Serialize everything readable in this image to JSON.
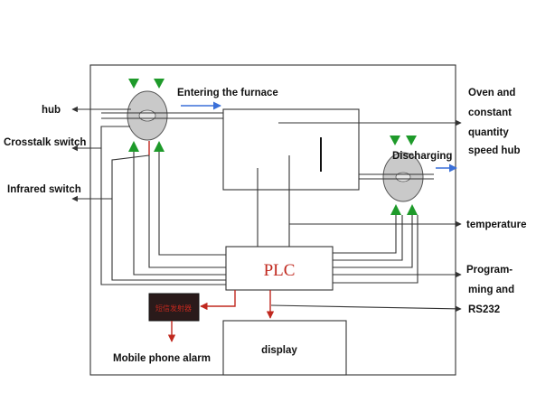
{
  "labels": {
    "hub": "hub",
    "crosstalk_switch": "Crosstalk switch",
    "infrared_switch": "Infrared switch",
    "entering_furnace": "Entering the furnace",
    "oven_line1": "Oven and",
    "oven_line2": "constant",
    "oven_line3": "quantity",
    "oven_line4": "speed hub",
    "discharging": "Discharging",
    "temperature": "temperature",
    "programming_line1": "Program-",
    "programming_line2": "ming and",
    "rs232": "RS232",
    "plc": "PLC",
    "display": "display",
    "mobile_alarm": "Mobile phone alarm",
    "alarm_module": "短信发射器"
  },
  "colors": {
    "line": "#333333",
    "signal_red": "#c0281e",
    "flow_blue": "#3a6fd8",
    "sensor_green": "#1e9a2a",
    "hub_gray": "#c9c9c9",
    "module_dark": "#2a1a1a"
  }
}
